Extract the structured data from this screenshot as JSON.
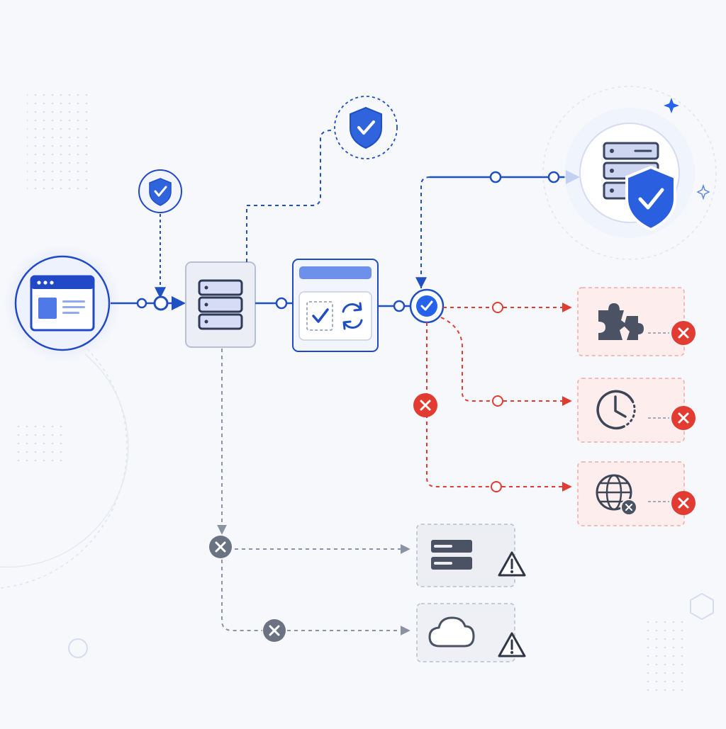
{
  "colors": {
    "background": "#f7f8fb",
    "primary_blue": "#1f4fc2",
    "accent_blue": "#2563eb",
    "light_blue": "#dfe6fb",
    "error_red": "#e23b32",
    "error_fill": "#fdeceb",
    "warning_gray": "#6b7382",
    "neutral_fill": "#eceef3",
    "icon_dark": "#4a5263"
  },
  "icons": {
    "client": "browser-window-icon",
    "server": "server-stack-icon",
    "validation": "checkbox-and-refresh-icon",
    "check": "check-circle-icon",
    "shield": "shield-check-icon",
    "protected_server": "server-with-shield-icon",
    "plugin": "broken-puzzle-icon",
    "timeout": "clock-icon",
    "network": "globe-with-x-icon",
    "fail_x": "x-circle-icon",
    "storage": "server-drawer-icon",
    "cloud": "cloud-icon",
    "warning": "warning-triangle-icon"
  },
  "diagram": {
    "success_paths": [
      "client-to-server",
      "server-to-validation",
      "validation-to-checkpoint",
      "checkpoint-to-protected-server"
    ],
    "error_paths": [
      "checkpoint-to-plugin-failure",
      "checkpoint-to-timeout-failure",
      "checkpoint-to-network-failure"
    ],
    "warning_paths": [
      "server-to-storage-warning",
      "server-to-cloud-warning"
    ]
  }
}
